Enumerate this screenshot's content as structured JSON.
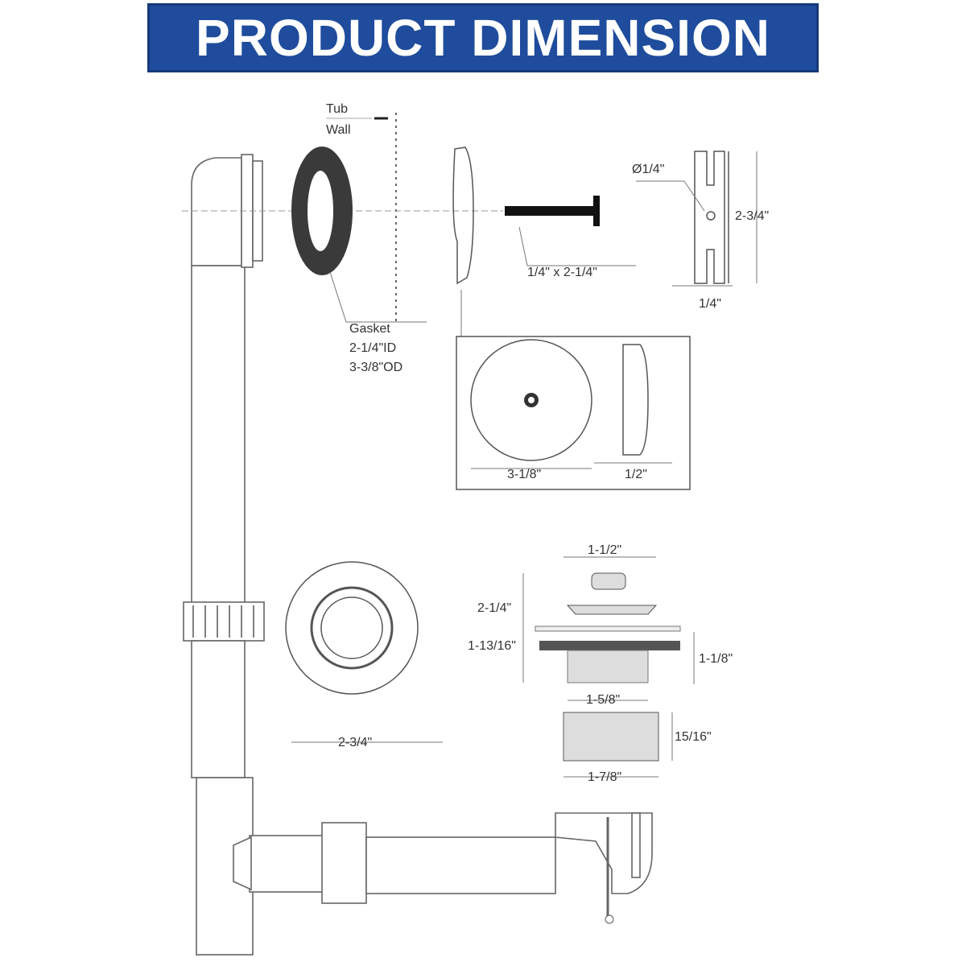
{
  "title": "PRODUCT DIMENSION",
  "labels": {
    "tub": "Tub",
    "wall": "Wall",
    "gasket": "Gasket",
    "gasket_id": "2-1/4\"ID",
    "gasket_od": "3-3/8\"OD",
    "screw": "1/4\" x 2-1/4\"",
    "hole_dia": "Ø1/4\"",
    "plate_height": "2-3/4\"",
    "plate_slot": "1/4\"",
    "faceplate_dia": "3-1/8\"",
    "faceplate_depth": "1/2\"",
    "flange_dia": "2-3/4\"",
    "stopper_top": "1-1/2\"",
    "stopper_height": "2-1/4\"",
    "stopper_flange": "1-13/16\"",
    "body_height": "1-1/8\"",
    "body_width": "1-5/8\"",
    "nut_height": "15/16\"",
    "nut_width": "1-7/8\""
  },
  "colors": {
    "banner": "#1f4c9c",
    "banner_text": "#ffffff"
  }
}
